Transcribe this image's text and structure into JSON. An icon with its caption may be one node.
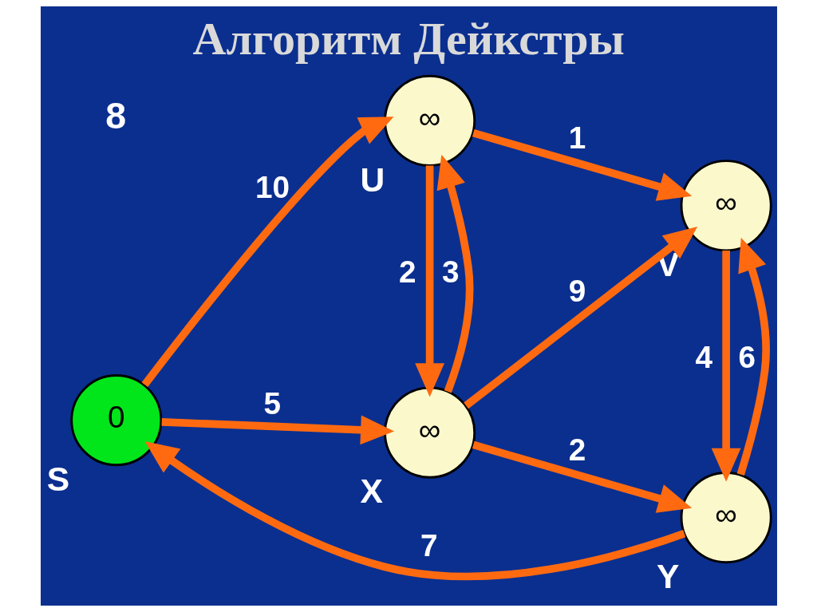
{
  "diagram": {
    "title": "Алгоритм Дейкстры",
    "nodes": [
      {
        "text": [
          "0"
        ],
        "beside": [
          "S"
        ]
      },
      {
        "text": [
          "∞"
        ],
        "beside": [
          "U"
        ]
      },
      {
        "text": [
          "∞"
        ],
        "beside": [
          "V"
        ]
      },
      {
        "text": [
          "∞"
        ],
        "beside": [
          "X"
        ]
      },
      {
        "text": [
          "∞"
        ],
        "beside": [
          "Y"
        ]
      }
    ],
    "edges": [
      {
        "from": 0,
        "to": 1,
        "arrow": "to",
        "label": "10"
      },
      {
        "from": 0,
        "to": 3,
        "arrow": "to",
        "label": "5"
      },
      {
        "from": 1,
        "to": 2,
        "arrow": "to",
        "label": "1"
      },
      {
        "from": 1,
        "to": 3,
        "arrow": "to",
        "label": "2"
      },
      {
        "from": 3,
        "to": 1,
        "arrow": "to",
        "label": "3"
      },
      {
        "from": 3,
        "to": 2,
        "arrow": "to",
        "label": "9"
      },
      {
        "from": 3,
        "to": 4,
        "arrow": "to",
        "label": "2"
      },
      {
        "from": 2,
        "to": 4,
        "arrow": "to",
        "label": "4"
      },
      {
        "from": 4,
        "to": 2,
        "arrow": "to",
        "label": "6"
      },
      {
        "from": 4,
        "to": 0,
        "arrow": "to",
        "label": "7"
      }
    ],
    "labels": [
      "8"
    ]
  }
}
